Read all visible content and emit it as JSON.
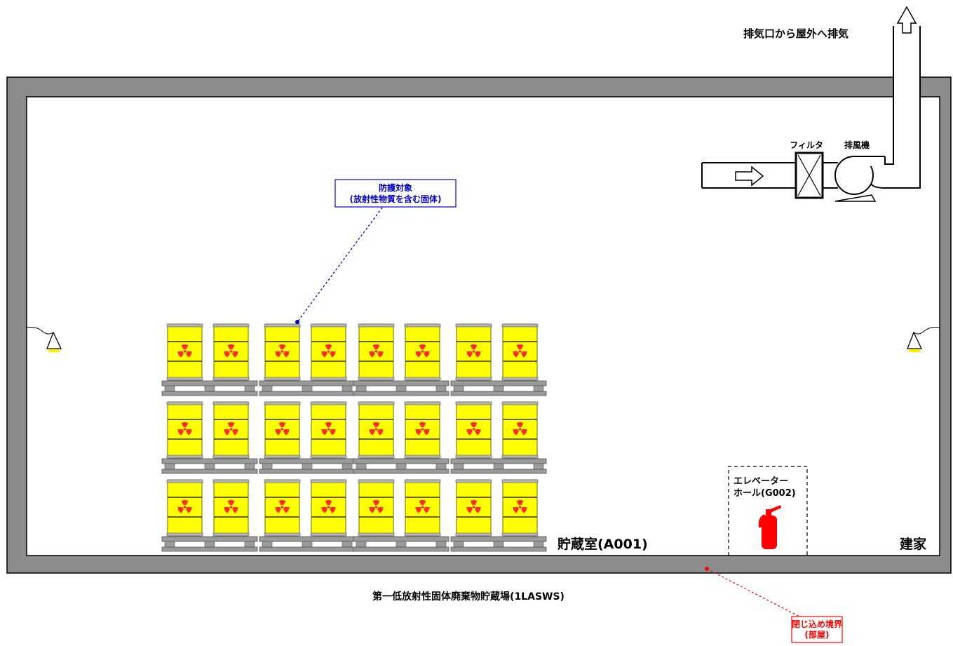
{
  "labels": {
    "exhaust": "排気口から屋外へ排気",
    "filter": "フィルタ",
    "fan": "排風機",
    "protection_line1": "防護対象",
    "protection_line2": "(放射性物質を含む固体)",
    "storage_room": "貯蔵室(A001)",
    "elevator_line1": "エレベーター",
    "elevator_line2": "ホール(G002)",
    "building": "建家",
    "facility": "第一低放射性固体廃棄物貯蔵場(1LASWS)",
    "boundary_line1": "閉じ込め境界",
    "boundary_line2": "(部屋)"
  },
  "drums": {
    "stacks": 3,
    "pallets": 4,
    "drums_per_pallet": 2,
    "color": "#ffff00",
    "symbol_color": "#ff2a2a"
  },
  "colors": {
    "wall": "#8c8c8c",
    "protection": "#0000cc",
    "boundary": "#ff0000",
    "extinguisher": "#ff0000",
    "lamp": "#ffee00"
  },
  "icons": {
    "lamps": "ceiling-lamp-icon",
    "extinguisher": "fire-extinguisher-icon",
    "filter": "filter-icon",
    "fan": "exhaust-fan-icon",
    "flow": "airflow-arrow-icon"
  }
}
